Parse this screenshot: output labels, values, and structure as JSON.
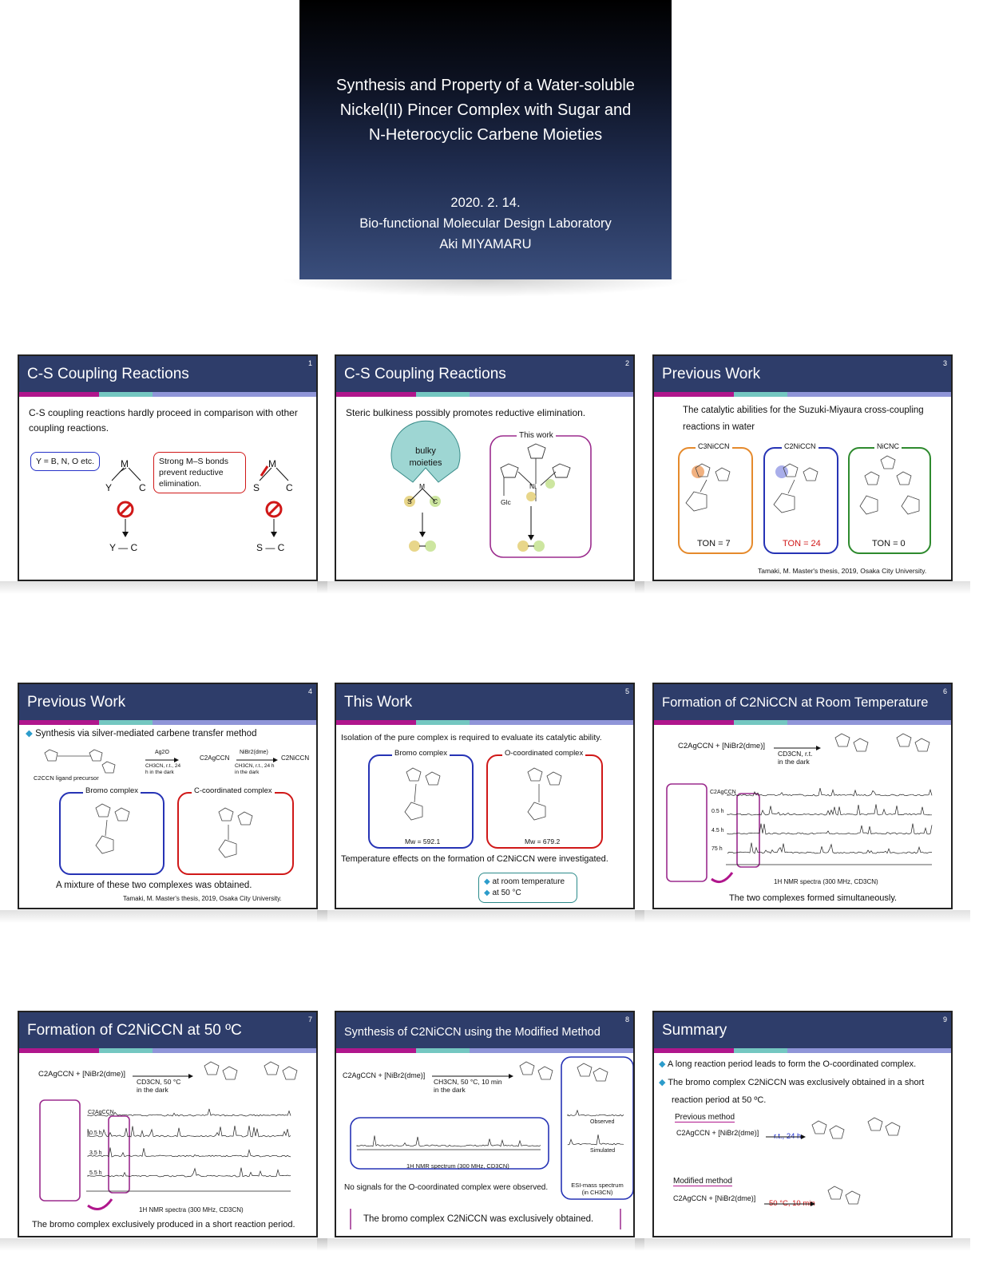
{
  "title_slide": {
    "title_lines": [
      "Synthesis and Property of a Water-soluble",
      "Nickel(II) Pincer Complex with Sugar and",
      "N-Heterocyclic Carbene Moieties"
    ],
    "date": "2020. 2. 14.",
    "lab": "Bio-functional Molecular Design Laboratory",
    "author": "Aki MIYAMARU"
  },
  "slides": [
    {
      "num": "1",
      "title": "C-S Coupling Reactions",
      "body": "C-S coupling reactions hardly proceed in comparison with other coupling reactions.",
      "callout_left": "Y = B, N, O etc.",
      "callout_right": "Strong M–S bonds prevent reductive elimination.",
      "atoms": {
        "m": "M",
        "y": "Y",
        "c": "C",
        "s": "S",
        "yc": "Y — C",
        "sc": "S — C"
      }
    },
    {
      "num": "2",
      "title": "C-S Coupling Reactions",
      "body": "Steric bulkiness possibly promotes reductive elimination.",
      "bulky": "bulky moieties",
      "this_work": "This work",
      "atoms": {
        "m": "M",
        "s": "S",
        "c": "C",
        "ni": "Ni",
        "glc": "Glc"
      }
    },
    {
      "num": "3",
      "title": "Previous Work",
      "body": "The catalytic abilities for the Suzuki-Miyaura cross-coupling reactions in water",
      "complexes": [
        {
          "label": "C3NiCCN",
          "ton": "TON = 7"
        },
        {
          "label": "C2NiCCN",
          "ton": "TON = 24"
        },
        {
          "label": "NiCNC",
          "ton": "TON = 0"
        }
      ],
      "citation": "Tamaki, M. Master's thesis, 2019, Osaka City University."
    },
    {
      "num": "4",
      "title": "Previous Work",
      "bullet": "Synthesis via silver-mediated carbene transfer method",
      "scheme": {
        "precursor": "C2CCN ligand precursor",
        "reagent1": "Ag2O",
        "cond1": "CH3CN, r.t., 24 h in the dark",
        "int": "C2AgCCN",
        "reagent2": "NiBr2(dme)",
        "cond2": "CH3CN, r.t., 24 h in the dark",
        "product": "C2NiCCN"
      },
      "bromo": "Bromo complex",
      "ocoord": "C-coordinated complex",
      "conclusion": "A mixture of these two complexes was obtained.",
      "citation": "Tamaki, M. Master's thesis, 2019, Osaka City University."
    },
    {
      "num": "5",
      "title": "This Work",
      "body": "Isolation of the pure complex is required to evaluate its catalytic ability.",
      "bromo": "Bromo complex",
      "ocoord": "O-coordinated complex",
      "mw_bromo": "Mw = 592.1",
      "mw_o": "Mw = 679.2",
      "temp": "Temperature effects on the formation of C2NiCCN were investigated.",
      "opt1": "at room temperature",
      "opt2": "at 50 °C"
    },
    {
      "num": "6",
      "title": "Formation of C2NiCCN at Room Temperature",
      "reaction": "C2AgCCN + [NiBr2(dme)]",
      "cond": "CD3CN, r.t.",
      "cond2": "in the dark",
      "traces": [
        "C2AgCCN",
        "0.5 h",
        "4.5 h",
        "75 h"
      ],
      "caption": "1H NMR spectra (300 MHz, CD3CN)",
      "conclusion": "The two complexes formed simultaneously."
    },
    {
      "num": "7",
      "title": "Formation of C2NiCCN at 50 ºC",
      "reaction": "C2AgCCN + [NiBr2(dme)]",
      "cond": "CD3CN, 50 °C",
      "cond2": "in the dark",
      "traces": [
        "C2AgCCN",
        "0.5 h",
        "3.5 h",
        "5.5 h"
      ],
      "caption": "1H NMR spectra (300 MHz, CD3CN)",
      "conclusion": "The bromo complex exclusively produced in a short reaction period."
    },
    {
      "num": "8",
      "title": "Synthesis of C2NiCCN using the Modified Method",
      "reaction": "C2AgCCN + [NiBr2(dme)]",
      "cond": "CH3CN, 50 °C, 10 min",
      "cond2": "in the dark",
      "nmr_caption": "1H NMR spectrum (300 MHz, CD3CN)",
      "observed": "Observed",
      "simulated": "Simulated",
      "esi": "ESI-mass spectrum (in CH3CN)",
      "note": "No signals for the O-coordinated complex were observed.",
      "conclusion": "The bromo complex C2NiCCN was exclusively obtained."
    },
    {
      "num": "9",
      "title": "Summary",
      "b1": "A long reaction period leads to form the O-coordinated complex.",
      "b2": "The bromo complex C2NiCCN was exclusively obtained in a short reaction period at 50 ºC.",
      "prev": "Previous method",
      "prev_rxn": "C2AgCCN + [NiBr2(dme)]",
      "prev_cond": "r.t., 24 h",
      "mod": "Modified method",
      "mod_rxn": "C2AgCCN + [NiBr2(dme)]",
      "mod_cond": "50 °C, 10 min"
    }
  ]
}
